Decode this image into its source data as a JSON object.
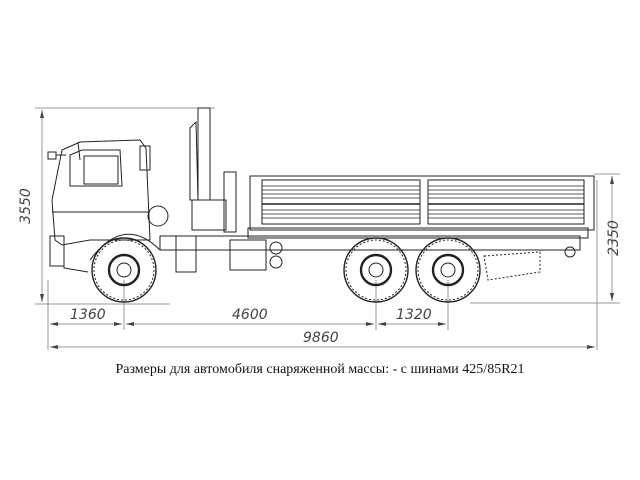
{
  "diagram": {
    "type": "vehicle side-view technical drawing",
    "subject": "6x6 flatbed truck with loader crane",
    "dimensions": {
      "overall_height": "3550",
      "platform_height": "2350",
      "front_overhang": "1360",
      "wheelbase": "4600",
      "rear_axle_spacing": "1320",
      "overall_length": "9860"
    },
    "caption": "Размеры для автомобиля снаряженной массы: - с шинами 425/85R21"
  },
  "colors": {
    "line": "#222222",
    "dim_line": "#888888",
    "text": "#444444"
  }
}
